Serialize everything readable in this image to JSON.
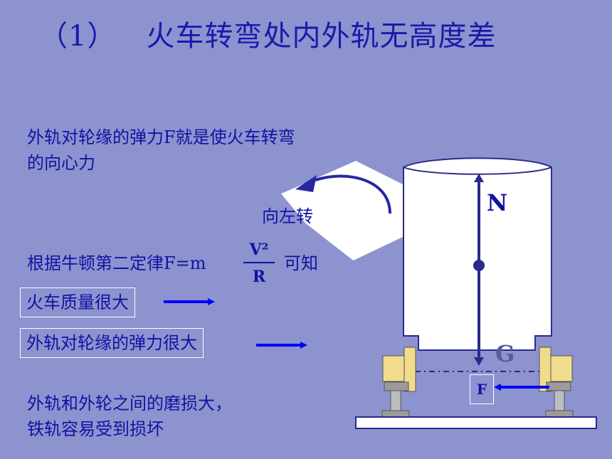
{
  "title": {
    "number": "（1）",
    "text": "火车转弯处内外轨无高度差"
  },
  "notes": {
    "line1": "外轨对轮缘的弹力F就是使火车转弯",
    "line2": "的向心力",
    "law_prefix": "根据牛顿第二定律F=m",
    "frac_num": "V²",
    "frac_den": "R",
    "law_suffix": "可知",
    "mass_box": "火车质量很大",
    "force_box": "外轨对轮缘的弹力很大",
    "conclusion1": "外轨和外轮之间的磨损大，",
    "conclusion2": "铁轨容易受到损坏"
  },
  "diagram": {
    "turn_label": "向左转",
    "normal_force": "N",
    "gravity": "G",
    "flange_force": "F"
  },
  "colors": {
    "background": "#8c93cf",
    "text": "#1212a0",
    "arrow": "#0000ff",
    "wheel": "#f0dc8c",
    "outline": "#ffffff"
  }
}
